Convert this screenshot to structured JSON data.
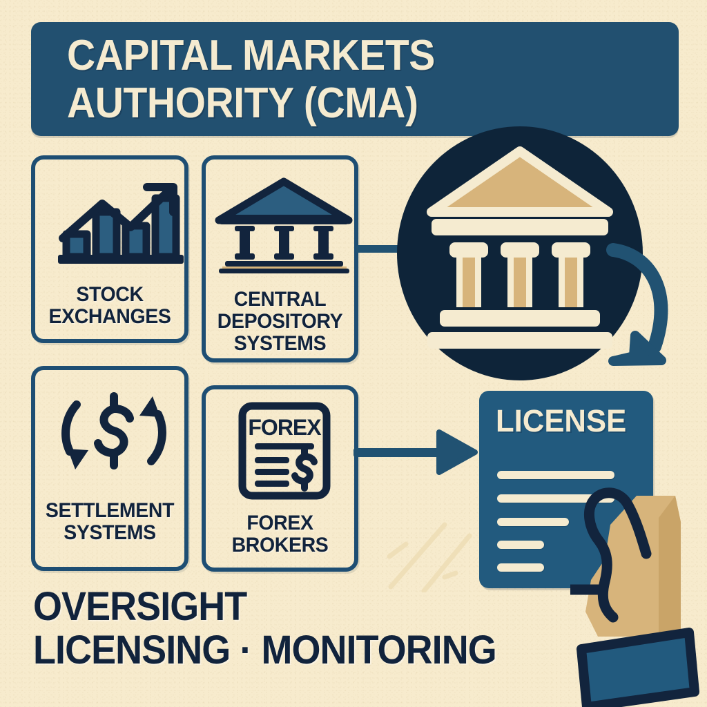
{
  "banner": {
    "title": "CAPITAL MARKETS\nAUTHORITY (CMA)"
  },
  "cards": [
    {
      "id": "stock",
      "label": "STOCK\nEXCHANGES",
      "icon": "bar-chart-growth-icon"
    },
    {
      "id": "depository",
      "label": "CENTRAL\nDEPOSITORY\nSYSTEMS",
      "icon": "bank-building-icon"
    },
    {
      "id": "settlement",
      "label": "SETTLEMENT\nSYSTEMS",
      "icon": "dollar-refresh-cycle-icon"
    },
    {
      "id": "forex",
      "label": "FOREX\nBROKERS",
      "icon": "forex-document-icon",
      "doc_heading": "FOREX"
    }
  ],
  "emblem": {
    "icon": "classical-bank-emblem-icon"
  },
  "license": {
    "title": "LICENSE",
    "lines": 5
  },
  "hand": {
    "icon": "hand-holding-icon"
  },
  "connectors": {
    "depository_to_emblem": "straight-connector-line",
    "forex_to_license": "arrow-right-icon",
    "emblem_to_license": "curved-arrow-down-icon"
  },
  "footer": {
    "text": "OVERSIGHT\nLICENSING · MONITORING"
  },
  "colors": {
    "background": "#F7EBCD",
    "banner_blue": "#225070",
    "card_border": "#1E4E73",
    "deep_navy": "#11233C",
    "cream": "#F5EBD0",
    "tan": "#D7B47B",
    "steel_blue": "#2C5E80"
  }
}
